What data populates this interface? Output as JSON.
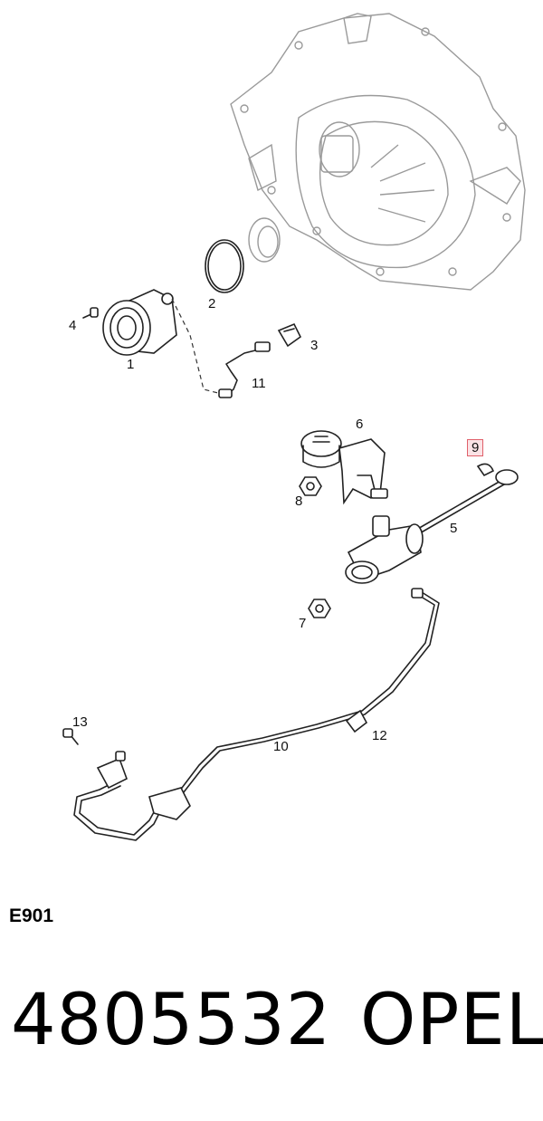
{
  "diagram": {
    "callouts": [
      {
        "id": "c1",
        "label": "1"
      },
      {
        "id": "c2",
        "label": "2"
      },
      {
        "id": "c3",
        "label": "3"
      },
      {
        "id": "c4",
        "label": "4"
      },
      {
        "id": "c5",
        "label": "5"
      },
      {
        "id": "c6",
        "label": "6"
      },
      {
        "id": "c7",
        "label": "7"
      },
      {
        "id": "c8",
        "label": "8"
      },
      {
        "id": "c9",
        "label": "9",
        "highlighted": true
      },
      {
        "id": "c10",
        "label": "10"
      },
      {
        "id": "c11",
        "label": "11"
      },
      {
        "id": "c12",
        "label": "12"
      },
      {
        "id": "c13",
        "label": "13"
      }
    ],
    "highlight_color": "#e0606a",
    "code": "E901"
  },
  "footer": {
    "part_number": "4805532",
    "brand": "OPEL"
  }
}
